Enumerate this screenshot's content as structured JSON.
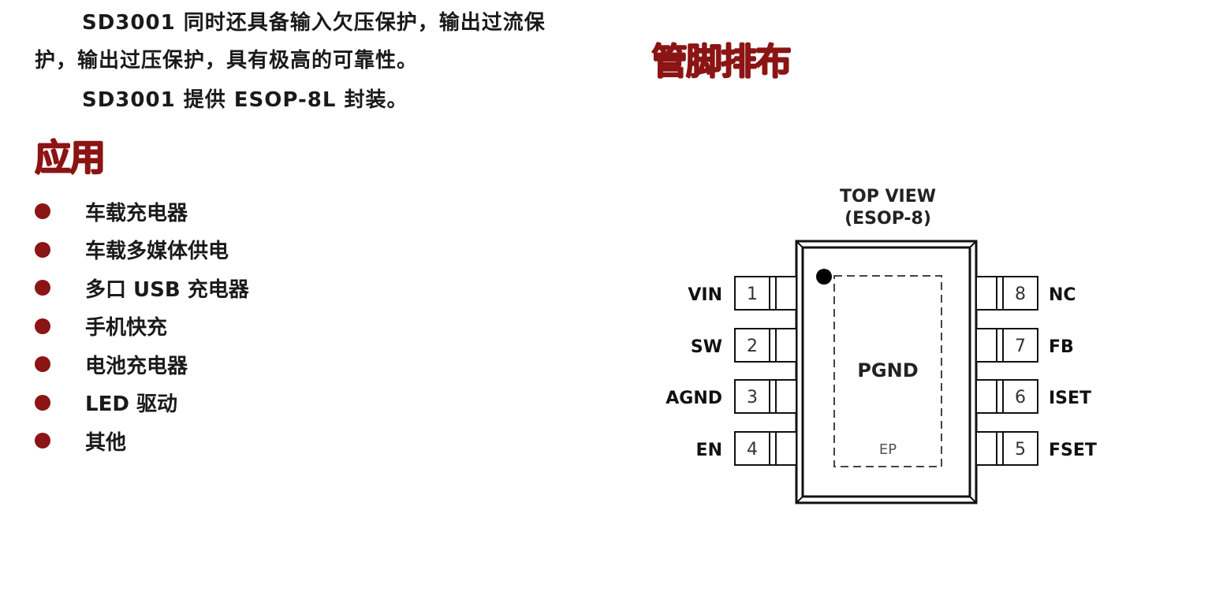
{
  "description": {
    "line1": "SD3001 同时还具备输入欠压保护，输出过流保",
    "line2": "护，输出过压保护，具有极高的可靠性。",
    "line3": "SD3001 提供 ESOP-8L 封装。"
  },
  "applications": {
    "heading": "应用",
    "items": [
      "车载充电器",
      "车载多媒体供电",
      "多口 USB 充电器",
      "手机快充",
      "电池充电器",
      "LED 驱动",
      "其他"
    ]
  },
  "pinout": {
    "heading": "管脚排布",
    "view_title": "TOP VIEW",
    "package": "(ESOP-8)",
    "center_label": "PGND",
    "pad_label": "EP",
    "left_pins": [
      {
        "number": "1",
        "name": "VIN"
      },
      {
        "number": "2",
        "name": "SW"
      },
      {
        "number": "3",
        "name": "AGND"
      },
      {
        "number": "4",
        "name": "EN"
      }
    ],
    "right_pins": [
      {
        "number": "8",
        "name": "NC"
      },
      {
        "number": "7",
        "name": "FB"
      },
      {
        "number": "6",
        "name": "ISET"
      },
      {
        "number": "5",
        "name": "FSET"
      }
    ]
  },
  "colors": {
    "heading": "#8b1414",
    "text": "#1a1a1a"
  }
}
